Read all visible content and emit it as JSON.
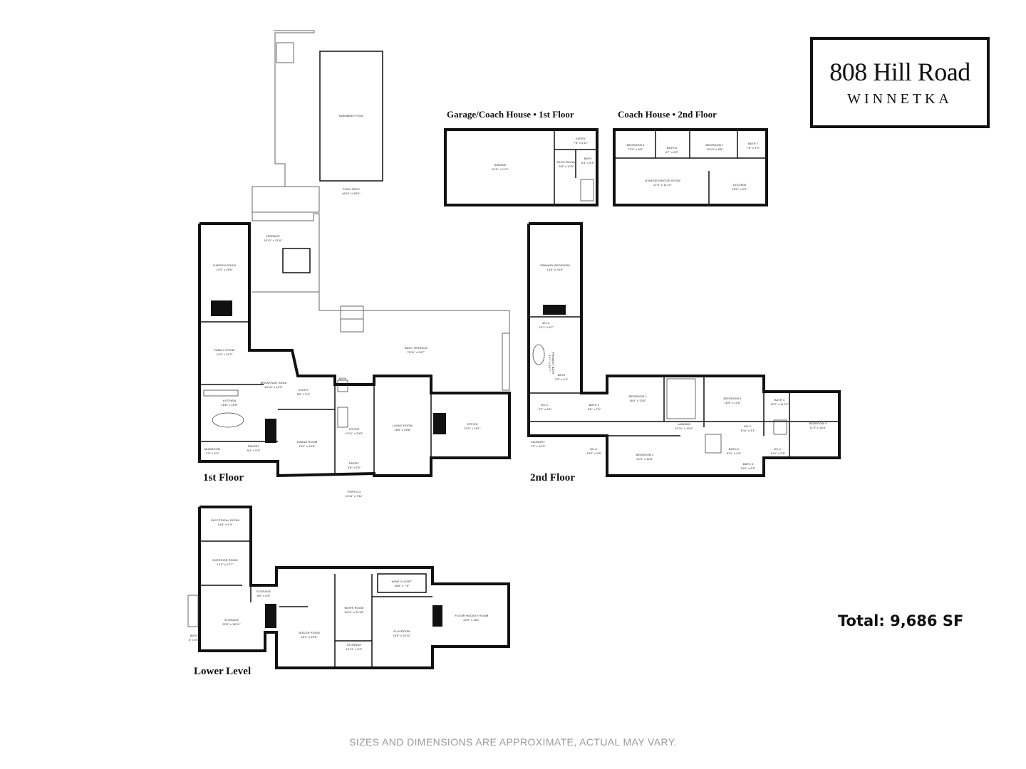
{
  "title": {
    "address": "808 Hill Road",
    "city": "WINNETKA"
  },
  "total": "Total: 9,686 SF",
  "disclaimer": "SIZES AND DIMENSIONS ARE APPROXIMATE, ACTUAL MAY VARY.",
  "floors": {
    "first": "1st Floor",
    "second": "2nd Floor",
    "lower": "Lower Level",
    "coach1": "Garage/Coach House • 1st Floor",
    "coach2": "Coach House • 2nd Floor"
  },
  "rooms": {
    "swimming_pool": [
      "SWIMMING POOL",
      ""
    ],
    "pool_deck": [
      "POOL DECK",
      "46'10\" x 58'0\""
    ],
    "terrace": [
      "TERRACE",
      "19'11\" x 21'8\""
    ],
    "back_terrace": [
      "BACK TERRACE",
      "75'11\" x 24'7\""
    ],
    "garden_room": [
      "GARDEN ROOM",
      "14'3\" x 26'6\""
    ],
    "family_room": [
      "FAMILY ROOM",
      "14'3\" x 20'2\""
    ],
    "breakfast_area": [
      "BREAKFAST AREA",
      "13'10\" x 16'9\""
    ],
    "kitchen_1": [
      "KITCHEN",
      "18'8\" x 16'5\""
    ],
    "entry_1": [
      "ENTRY",
      "5'5\" x 9'4\""
    ],
    "mudroom": [
      "MUDROOM",
      "7'3\" x 5'3\""
    ],
    "pantry": [
      "PANTRY",
      "5'4\" x 5'3\""
    ],
    "dining_room": [
      "DINING ROOM",
      "16'4\" x 19'8\""
    ],
    "foyer": [
      "FOYER",
      "10'11\" x 24'5\""
    ],
    "bath_1f": [
      "BATH",
      ""
    ],
    "entry_2": [
      "ENTRY",
      "5'6\" x 5'5\""
    ],
    "living_room": [
      "LIVING ROOM",
      "16'9\" x 25'6\""
    ],
    "office": [
      "OFFICE",
      "22'0\" x 18'1\""
    ],
    "portico": [
      "PORTICO",
      "10'11\" x 7'11\""
    ],
    "garage": [
      "GARAGE",
      "31'9\" x 21'9\""
    ],
    "coach_entry": [
      "ENTRY",
      "7'8\" x 6'11\""
    ],
    "electrical": [
      "ELECTRICAL",
      "6'8\" x 10'5\""
    ],
    "coach_bath": [
      "BATH",
      "4'4\" x 5'5\""
    ],
    "bedroom_6": [
      "BEDROOM 6",
      "13'0\" x 8'8\""
    ],
    "bath_6": [
      "BATH 6",
      "6'7\" x 6'9\""
    ],
    "bedroom_7": [
      "BEDROOM 7",
      "12'10\" x 8'8\""
    ],
    "bath_7": [
      "BATH 7",
      "7'8\" x 4'9\""
    ],
    "living_exercise": [
      "LIVING/EXERCISE ROOM",
      "27'3\" x 11'10\""
    ],
    "coach_kitchen": [
      "KITCHEN",
      "16'2\" x 8'4\""
    ],
    "primary_bedroom": [
      "PRIMARY BEDROOM",
      "14'5\" x 26'6\""
    ],
    "wic_primary": [
      "W.I.C.",
      "10'1\" x 8'7\""
    ],
    "primary_bath": [
      "PRIMARY BATH",
      "14'7\" x 16'7\""
    ],
    "bath_small": [
      "BATH",
      "3'9\" x 4'4\""
    ],
    "wic_2": [
      "W.I.C.",
      "9'3\" x 6'5\""
    ],
    "laundry": [
      "LAUNDRY",
      "7'2\" x 10'3\""
    ],
    "bath_1": [
      "BATH 1",
      "8'6\" x 7'6\""
    ],
    "wic_3": [
      "W.I.C.",
      "13'0\" x 5'5\""
    ],
    "bedroom_1": [
      "BEDROOM 1",
      "16'4\" x 13'0\""
    ],
    "landing": [
      "LANDING",
      "10'11\" x 10'4\""
    ],
    "bedroom_3": [
      "BEDROOM 3",
      "16'9\" x 11'6\""
    ],
    "bath_3": [
      "BATH 3",
      "10'2\" x 11'10\""
    ],
    "bedroom_4": [
      "BEDROOM 4",
      "11'5\" x 18'5\""
    ],
    "bedroom_2": [
      "BEDROOM 2",
      "21'0\" x 12'5\""
    ],
    "wic_4": [
      "W.I.C.",
      "6'11\" x 3'1\""
    ],
    "wic_5": [
      "W.I.C.",
      "6'11\" x 2'5\""
    ],
    "bath_2": [
      "BATH 2",
      "6'11\" x 4'9\""
    ],
    "bath_4": [
      "BATH 4",
      "10'6\" x 8'9\""
    ],
    "electrical_room": [
      "ELECTRICAL ROOM",
      "14'5\" x 9'4\""
    ],
    "exercise_room": [
      "EXERCISE ROOM",
      "14'3\" x 12'7\""
    ],
    "storage_1": [
      "STORAGE",
      "8'0\" x 5'8\""
    ],
    "storage_2": [
      "STORAGE",
      "22'5\" x 18'11\""
    ],
    "bath_ll": [
      "BATH",
      "5' x 6'0\""
    ],
    "boiler_room": [
      "BOILER ROOM",
      "16'4\" x 29'6\""
    ],
    "work_room": [
      "WORK ROOM",
      "10'11\" x 20'10\""
    ],
    "storage_3": [
      "STORAGE",
      "10'11\" x 8'2\""
    ],
    "wine_closet": [
      "WINE CLOSET",
      "16'6\" x 7'6\""
    ],
    "playroom": [
      "PLAYROOM",
      "16'9\" x 20'11\""
    ],
    "floor_hockey": [
      "FLOOR HOCKEY ROOM",
      "22'0\" x 18'1\""
    ]
  }
}
